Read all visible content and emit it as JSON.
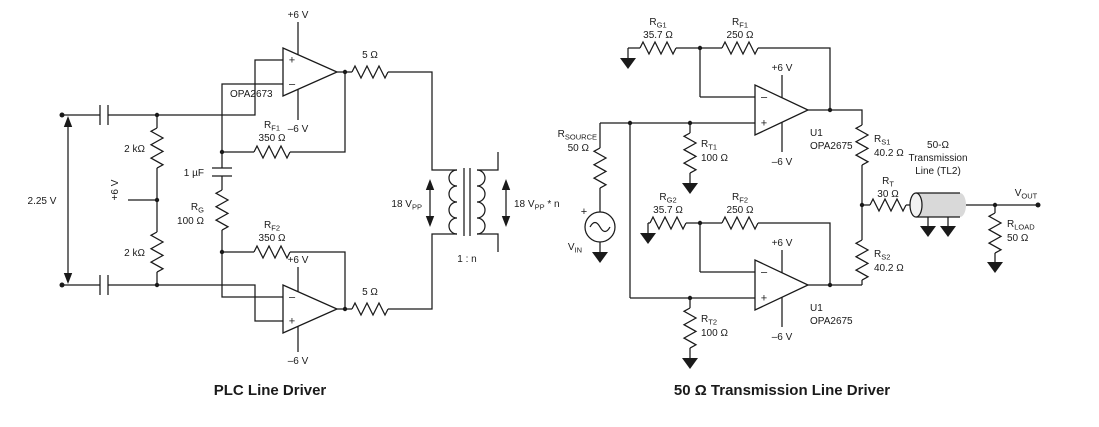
{
  "left": {
    "title": "PLC Line Driver",
    "input_voltage": "2.25 V",
    "bias": "+6 V",
    "r_in_top": "2 kΩ",
    "r_in_bottom": "2 kΩ",
    "coupling_cap": "1 µF",
    "amp_top": {
      "part": "OPA2673",
      "v_pos": "+6 V",
      "v_neg": "–6 V",
      "plus": "+",
      "minus": "–"
    },
    "amp_bottom": {
      "v_pos": "+6 V",
      "v_neg": "–6 V",
      "plus": "+",
      "minus": "–"
    },
    "rf1": {
      "ref": "R",
      "sub": "F1",
      "value": "350 Ω"
    },
    "rg": {
      "ref": "R",
      "sub": "G",
      "value": "100 Ω"
    },
    "rf2": {
      "ref": "R",
      "sub": "F2",
      "value": "350 Ω"
    },
    "r_out_top": "5 Ω",
    "r_out_bottom": "5 Ω",
    "v_primary": {
      "pre": "18 V",
      "sub": "PP"
    },
    "v_secondary": {
      "pre": "18 V",
      "sub": "PP",
      "post": " * n"
    },
    "turns_ratio": "1 : n"
  },
  "right": {
    "title": "50 Ω Transmission Line Driver",
    "rg1": {
      "ref": "R",
      "sub": "G1",
      "value": "35.7 Ω"
    },
    "rf1": {
      "ref": "R",
      "sub": "F1",
      "value": "250 Ω"
    },
    "rg2": {
      "ref": "R",
      "sub": "G2",
      "value": "35.7 Ω"
    },
    "rf2": {
      "ref": "R",
      "sub": "F2",
      "value": "250 Ω"
    },
    "rt1": {
      "ref": "R",
      "sub": "T1",
      "value": "100 Ω"
    },
    "rt2": {
      "ref": "R",
      "sub": "T2",
      "value": "100 Ω"
    },
    "rs1": {
      "ref": "R",
      "sub": "S1",
      "value": "40.2 Ω"
    },
    "rs2": {
      "ref": "R",
      "sub": "S2",
      "value": "40.2 Ω"
    },
    "rt": {
      "ref": "R",
      "sub": "T",
      "value": "30 Ω"
    },
    "rsource": {
      "ref": "R",
      "sub": "SOURCE",
      "value": "50 Ω"
    },
    "rload": {
      "ref": "R",
      "sub": "LOAD",
      "value": "50 Ω"
    },
    "vin": {
      "ref": "V",
      "sub": "IN",
      "polarity": "+"
    },
    "vout": {
      "ref": "V",
      "sub": "OUT"
    },
    "amp_top": {
      "des": "U1",
      "part": "OPA2675",
      "v_pos": "+6 V",
      "v_neg": "–6 V",
      "plus": "+",
      "minus": "–"
    },
    "amp_bottom": {
      "des": "U1",
      "part": "OPA2675",
      "v_pos": "+6 V",
      "v_neg": "–6 V",
      "plus": "+",
      "minus": "–"
    },
    "tline": {
      "line1": "50-Ω",
      "line2": "Transmission",
      "line3": "Line (TL2)"
    }
  }
}
